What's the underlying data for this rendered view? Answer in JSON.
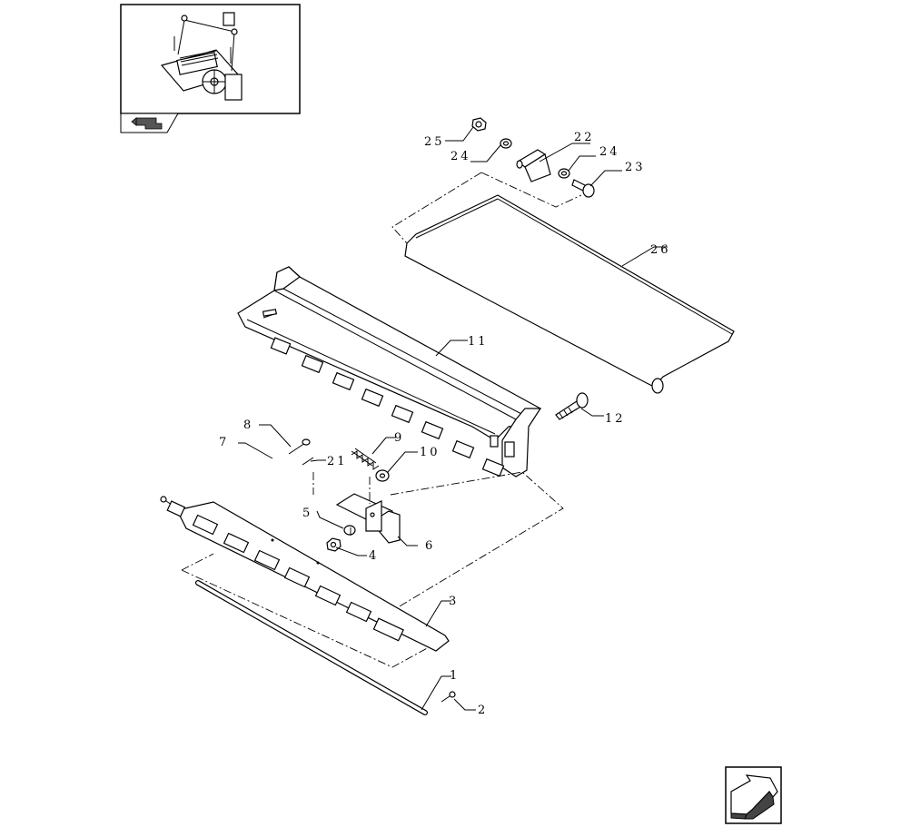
{
  "diagram": {
    "callouts": [
      {
        "id": "c25",
        "text": "25"
      },
      {
        "id": "c24a",
        "text": "24"
      },
      {
        "id": "c22",
        "text": "22"
      },
      {
        "id": "c24b",
        "text": "24"
      },
      {
        "id": "c23",
        "text": "23"
      },
      {
        "id": "c26",
        "text": "26"
      },
      {
        "id": "c11",
        "text": "11"
      },
      {
        "id": "c12",
        "text": "12"
      },
      {
        "id": "c8",
        "text": "8"
      },
      {
        "id": "c7",
        "text": "7"
      },
      {
        "id": "c9",
        "text": "9"
      },
      {
        "id": "c21",
        "text": "21"
      },
      {
        "id": "c10",
        "text": "10"
      },
      {
        "id": "c5",
        "text": "5"
      },
      {
        "id": "c6",
        "text": "6"
      },
      {
        "id": "c4",
        "text": "4"
      },
      {
        "id": "c3",
        "text": "3"
      },
      {
        "id": "c1",
        "text": "1"
      },
      {
        "id": "c2",
        "text": "2"
      }
    ],
    "thumbnail_icon": "machine-overview-thumbnail",
    "nav_icons": [
      "previous-page-arrow-icon",
      "next-page-arrow-icon"
    ]
  }
}
